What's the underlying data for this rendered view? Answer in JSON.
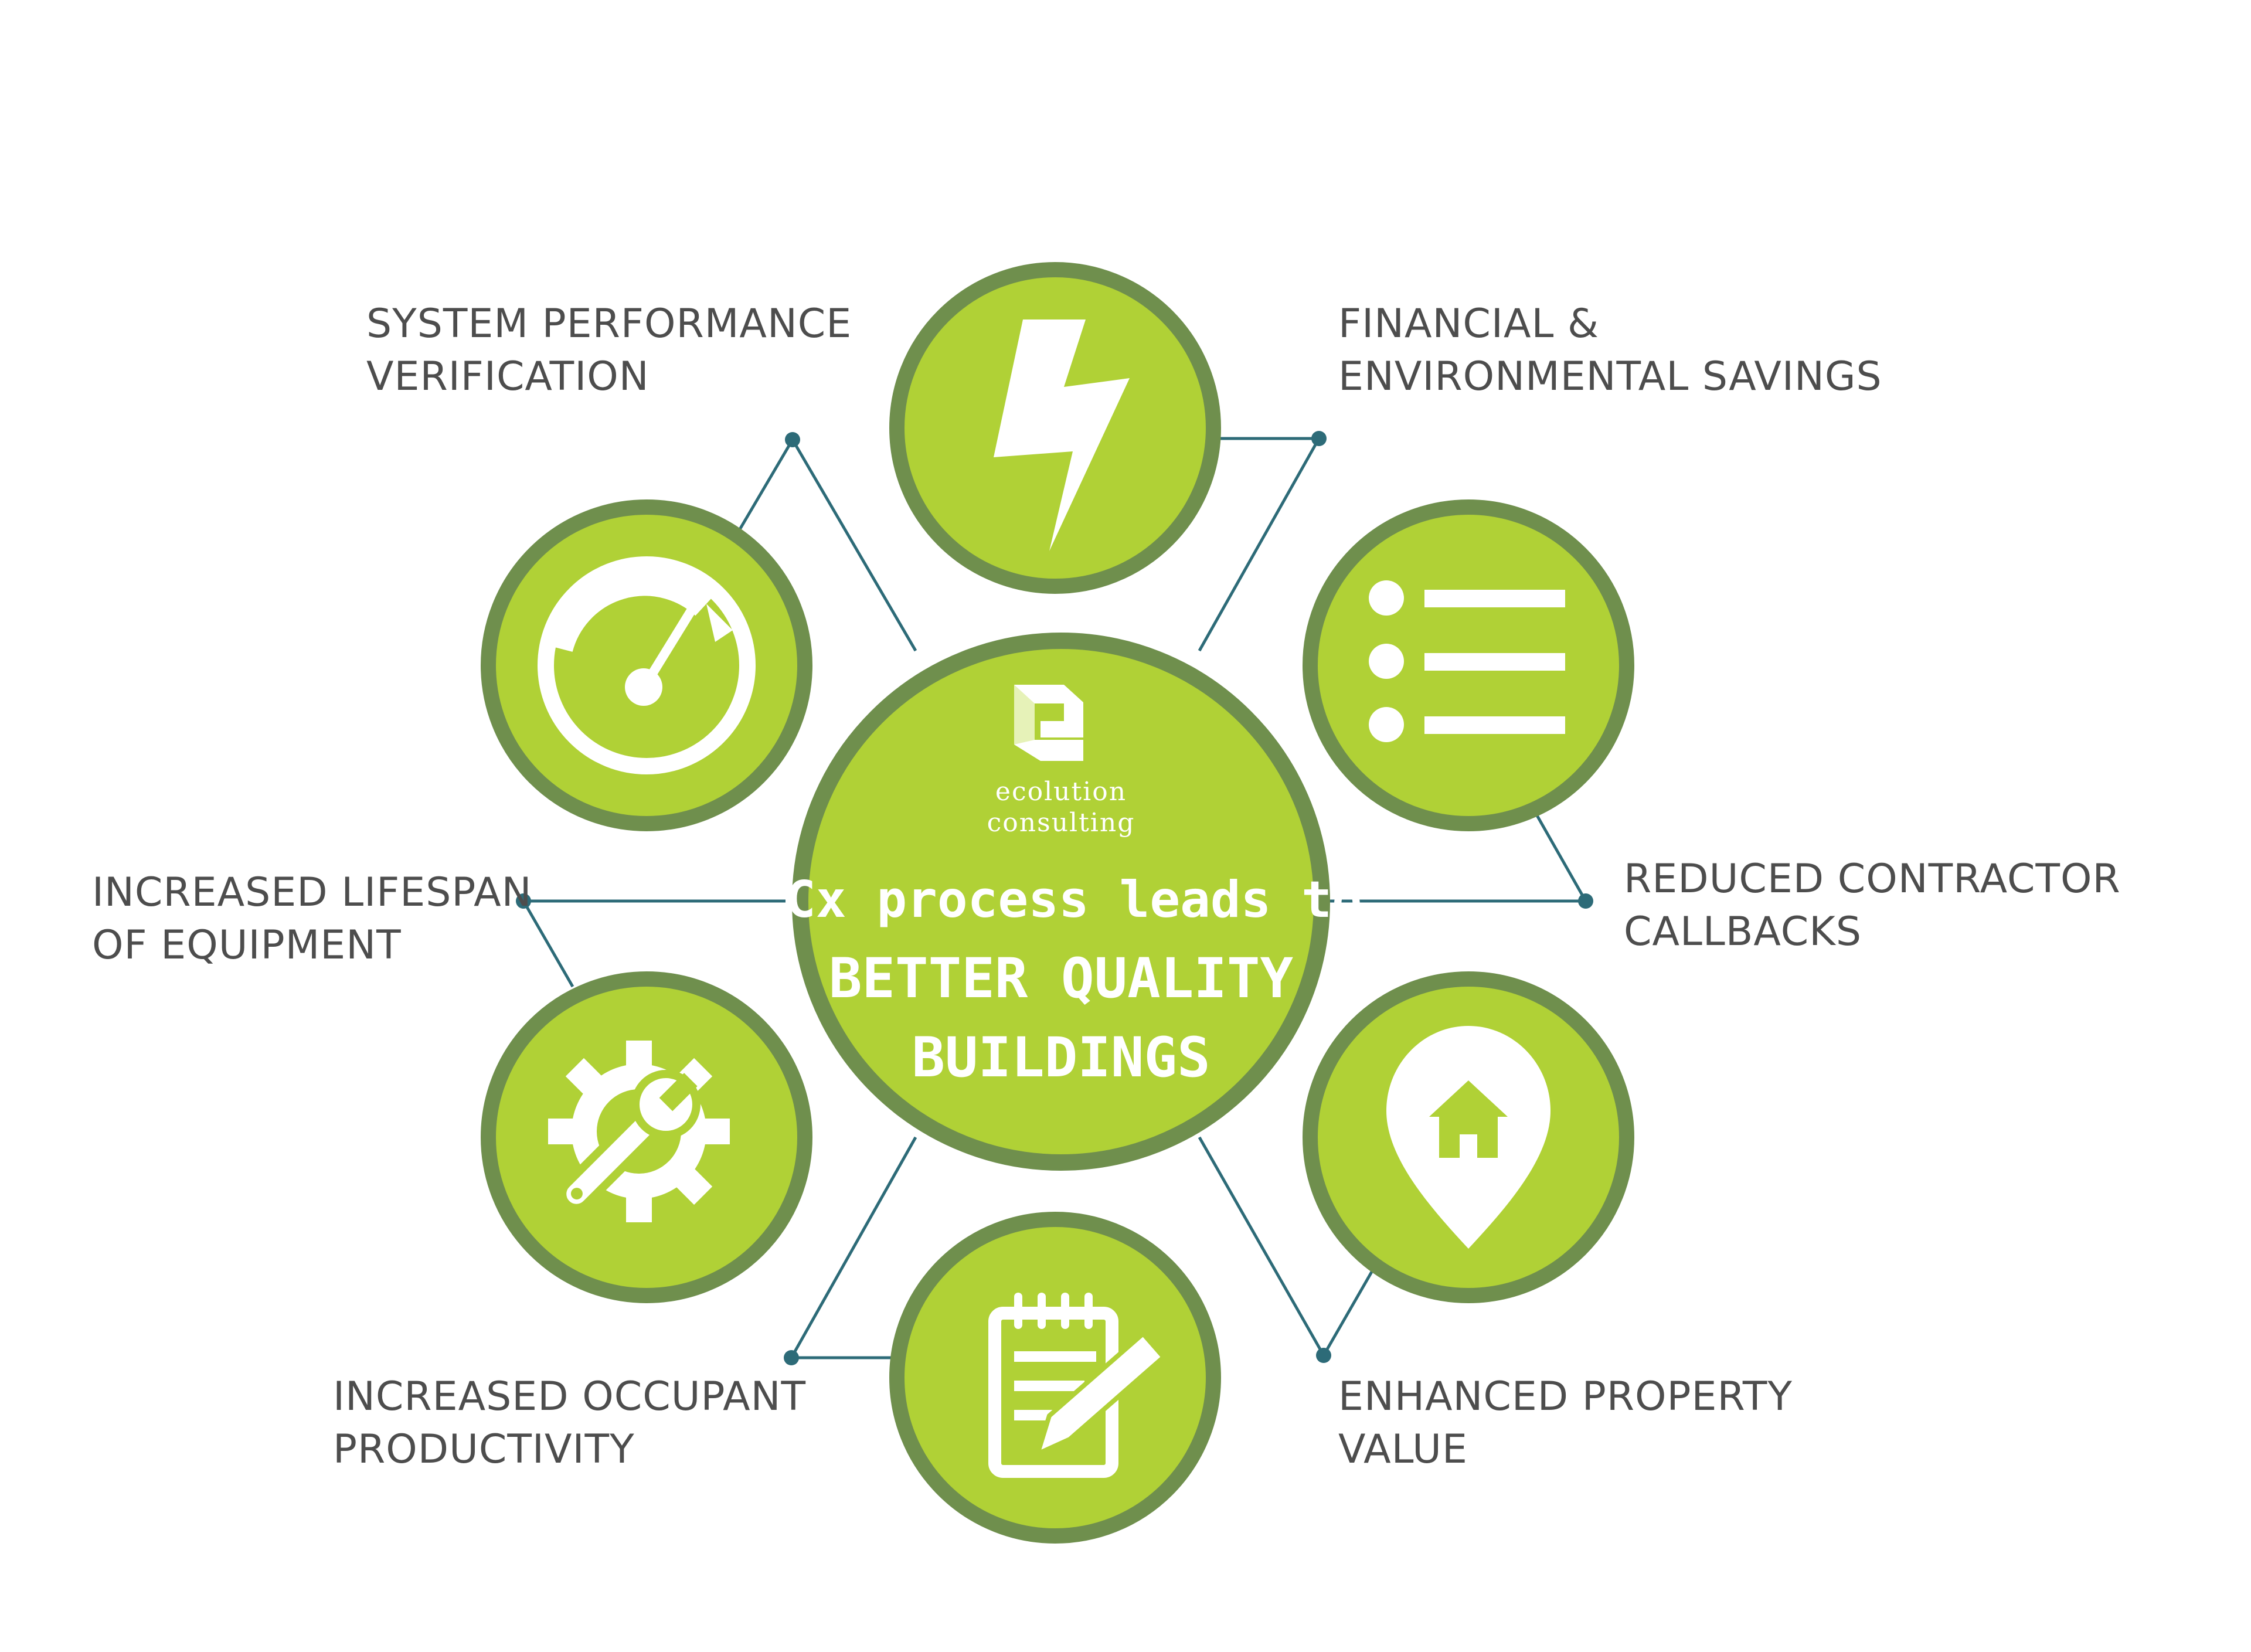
{
  "colors": {
    "ring": "#6f8f4d",
    "fill": "#b0d136",
    "connector": "#2d6b78",
    "text": "#4d4d4d",
    "white": "#ffffff"
  },
  "brand": {
    "logo_letter": "e",
    "line1": "ecolution",
    "line2": "consulting"
  },
  "center": {
    "line1": "Cx process leads to",
    "line2": "BETTER QUALITY",
    "line3": "BUILDINGS"
  },
  "benefits": [
    {
      "icon": "gauge-icon",
      "line1": "SYSTEM PERFORMANCE",
      "line2": "VERIFICATION"
    },
    {
      "icon": "lightning-icon",
      "line1": "FINANCIAL &",
      "line2": "ENVIRONMENTAL SAVINGS"
    },
    {
      "icon": "list-icon",
      "line1": "REDUCED CONTRACTOR",
      "line2": "CALLBACKS"
    },
    {
      "icon": "location-home-icon",
      "line1": "ENHANCED PROPERTY",
      "line2": "VALUE"
    },
    {
      "icon": "notepad-pencil-icon",
      "line1": "INCREASED OCCUPANT",
      "line2": "PRODUCTIVITY"
    },
    {
      "icon": "gear-wrench-icon",
      "line1": "INCREASED LIFESPAN",
      "line2": "OF EQUIPMENT"
    }
  ]
}
